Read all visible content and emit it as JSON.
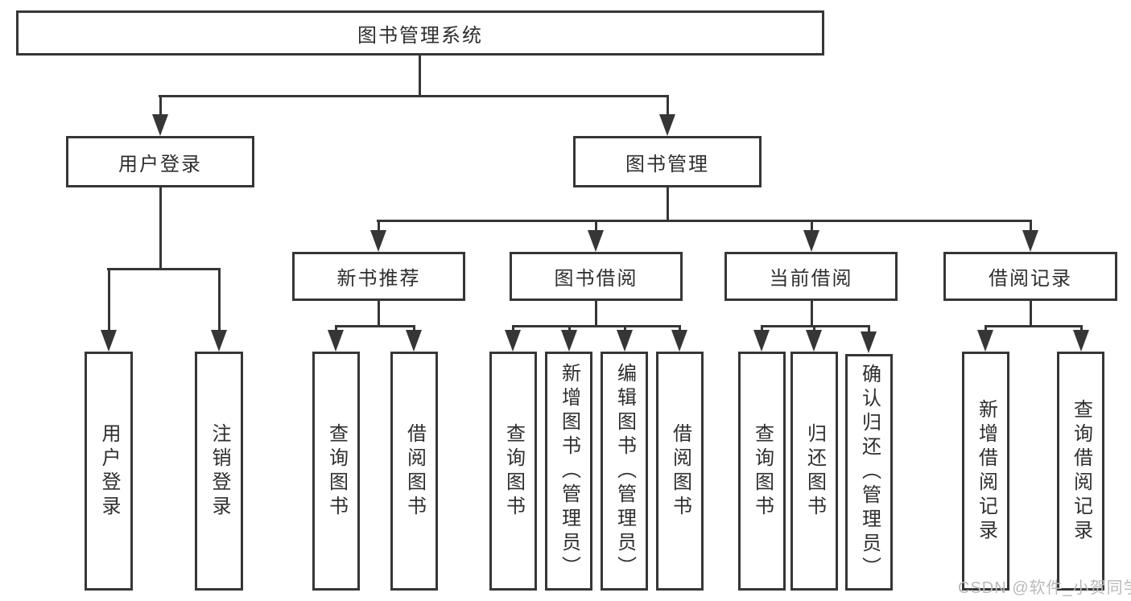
{
  "nodes": {
    "root": "图书管理系统",
    "user_login": {
      "label": "用户登录",
      "children": {
        "login": "用户登录",
        "logout": "注销登录"
      }
    },
    "book_mgmt": {
      "label": "图书管理",
      "groups": {
        "new_book": {
          "label": "新书推荐",
          "children": {
            "query": "查询图书",
            "borrow": "借阅图书"
          }
        },
        "book_borrow": {
          "label": "图书借阅",
          "children": {
            "query": "查询图书",
            "add": "新增图书（管理员）",
            "edit": "编辑图书（管理员）",
            "borrow": "借阅图书"
          }
        },
        "current_borrow": {
          "label": "当前借阅",
          "children": {
            "query": "查询图书",
            "return": "归还图书",
            "confirm": "确认归还（管理员）"
          }
        },
        "borrow_records": {
          "label": "借阅记录",
          "children": {
            "add": "新增借阅记录",
            "query": "查询借阅记录"
          }
        }
      }
    }
  },
  "watermark": "CSDN @软件_小贺同学",
  "colors": {
    "line": "#363636",
    "text": "#2e2e2e",
    "background": "#ffffff",
    "watermark": "#b9b9b9"
  }
}
